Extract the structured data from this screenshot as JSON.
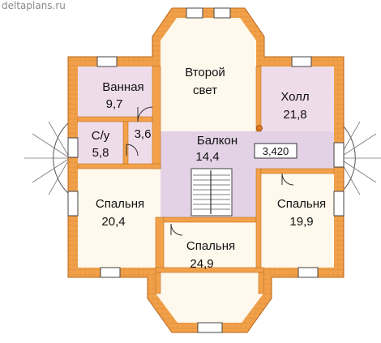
{
  "watermark": "deltaplans.ru",
  "colors": {
    "wall": "#f2a14a",
    "wall_dark": "#d97a1e",
    "floor": "#fff8ec",
    "room_lilac": "#efdcea",
    "balcony": "#e3d2e6",
    "window": "#ffffff",
    "window_frame": "#444444"
  },
  "rooms": [
    {
      "id": "vannaya",
      "name": "Ванная",
      "area": "9,7"
    },
    {
      "id": "su",
      "name": "С/у",
      "area": "5,8"
    },
    {
      "id": "small",
      "name": "",
      "area": "3,6"
    },
    {
      "id": "vtoroy-svet",
      "name": "Второй",
      "name2": "свет",
      "area": ""
    },
    {
      "id": "holl",
      "name": "Холл",
      "area": "21,8"
    },
    {
      "id": "balkon",
      "name": "Балкон",
      "area": "14,4"
    },
    {
      "id": "spalnya-left",
      "name": "Спальня",
      "area": "20,4"
    },
    {
      "id": "spalnya-right",
      "name": "Спальня",
      "area": "19,9"
    },
    {
      "id": "spalnya-bottom",
      "name": "Спальня",
      "area": "24,9"
    }
  ],
  "dimension": "3,420",
  "icons": [
    "door-swing-icon",
    "staircase-icon",
    "window-icon",
    "spiral-stair-icon"
  ]
}
